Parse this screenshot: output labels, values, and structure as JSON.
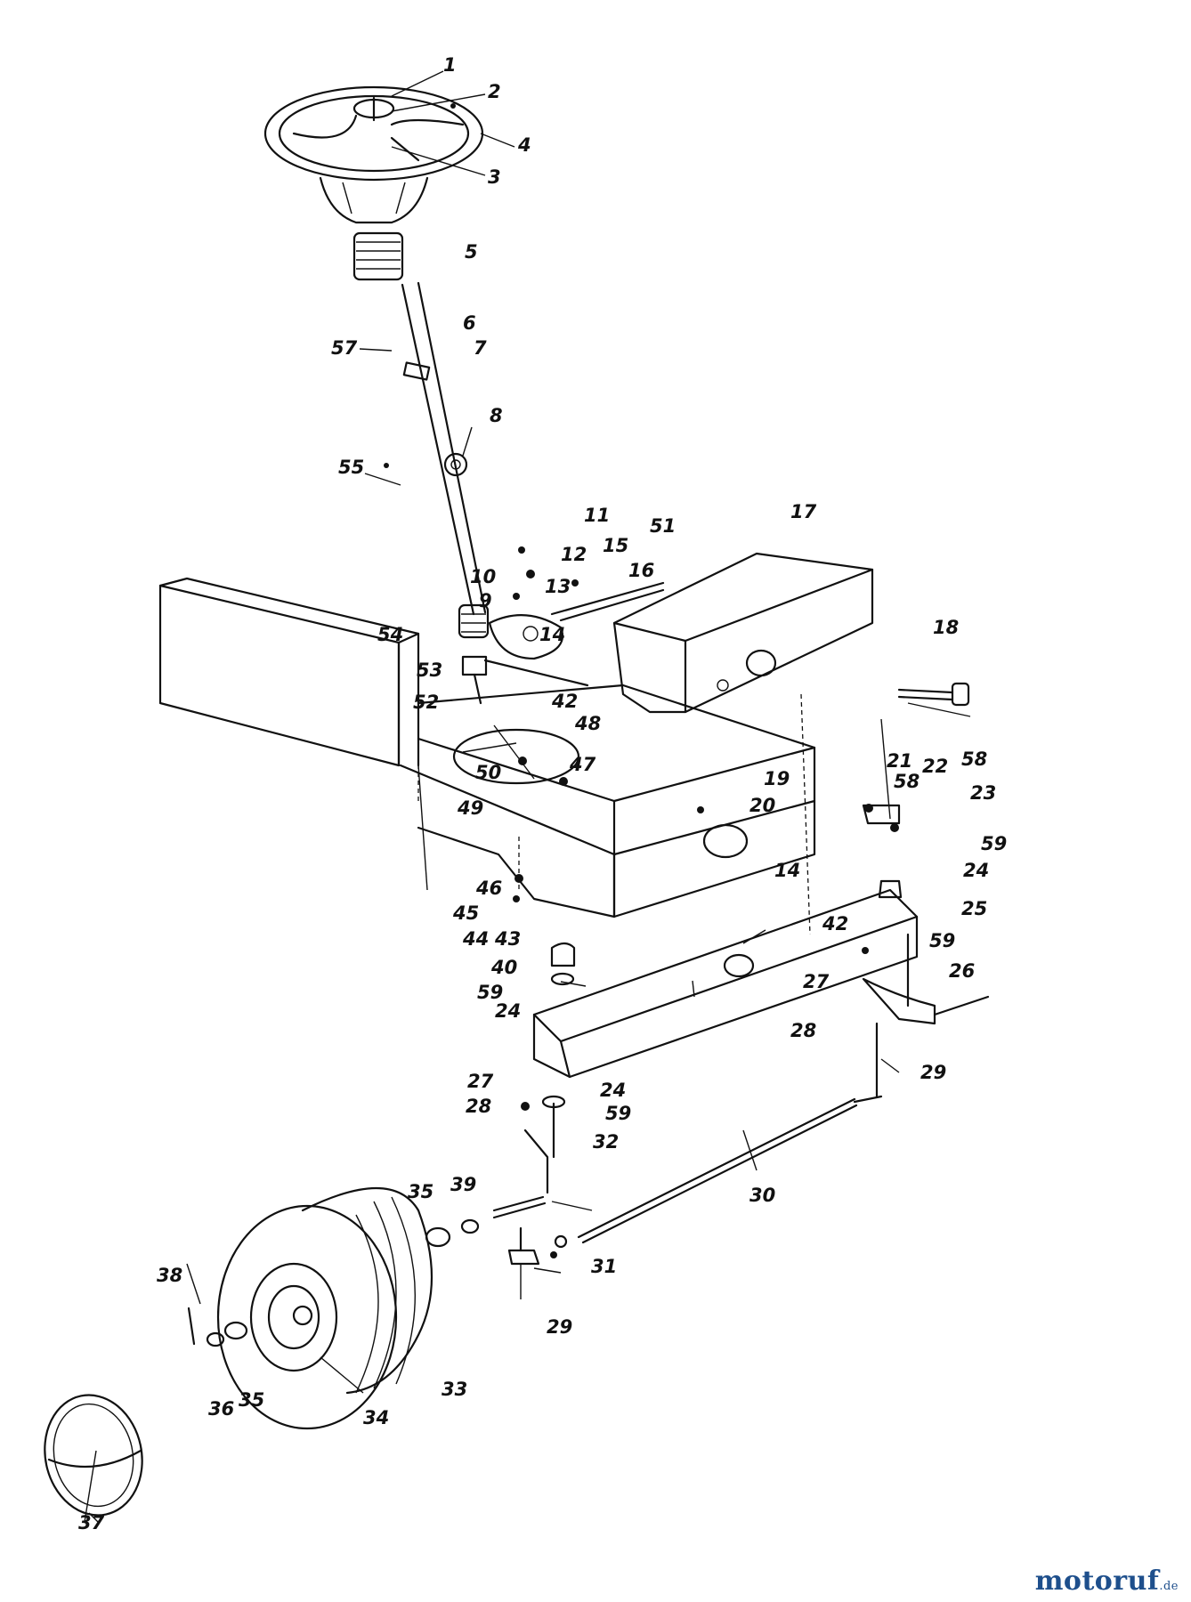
{
  "watermark": {
    "main": "motoruf",
    "suffix": ".de",
    "colors": {
      "primary": "#1e4f8c",
      "accent": "#e8912a"
    }
  },
  "labels": [
    {
      "id": "l1",
      "text": "1"
    },
    {
      "id": "l2",
      "text": "2"
    },
    {
      "id": "l3",
      "text": "3"
    },
    {
      "id": "l4",
      "text": "4"
    },
    {
      "id": "l5",
      "text": "5"
    },
    {
      "id": "l6",
      "text": "6"
    },
    {
      "id": "l7",
      "text": "7"
    },
    {
      "id": "l8",
      "text": "8"
    },
    {
      "id": "l57",
      "text": "57"
    },
    {
      "id": "l55",
      "text": "55"
    },
    {
      "id": "l11",
      "text": "11"
    },
    {
      "id": "l51",
      "text": "51"
    },
    {
      "id": "l17",
      "text": "17"
    },
    {
      "id": "l12",
      "text": "12"
    },
    {
      "id": "l15",
      "text": "15"
    },
    {
      "id": "l16",
      "text": "16"
    },
    {
      "id": "l10",
      "text": "10"
    },
    {
      "id": "l13",
      "text": "13"
    },
    {
      "id": "l9",
      "text": "9"
    },
    {
      "id": "l14a",
      "text": "14"
    },
    {
      "id": "l54",
      "text": "54"
    },
    {
      "id": "l53",
      "text": "53"
    },
    {
      "id": "l52",
      "text": "52"
    },
    {
      "id": "l42a",
      "text": "42"
    },
    {
      "id": "l18",
      "text": "18"
    },
    {
      "id": "l48",
      "text": "48"
    },
    {
      "id": "l47",
      "text": "47"
    },
    {
      "id": "l50",
      "text": "50"
    },
    {
      "id": "l49",
      "text": "49"
    },
    {
      "id": "l19",
      "text": "19"
    },
    {
      "id": "l20",
      "text": "20"
    },
    {
      "id": "l21",
      "text": "21"
    },
    {
      "id": "l58a",
      "text": "58"
    },
    {
      "id": "l22",
      "text": "22"
    },
    {
      "id": "l58b",
      "text": "58"
    },
    {
      "id": "l23",
      "text": "23"
    },
    {
      "id": "l59a",
      "text": "59"
    },
    {
      "id": "l24a",
      "text": "24"
    },
    {
      "id": "l14b",
      "text": "14"
    },
    {
      "id": "l25",
      "text": "25"
    },
    {
      "id": "l42b",
      "text": "42"
    },
    {
      "id": "l46",
      "text": "46"
    },
    {
      "id": "l45",
      "text": "45"
    },
    {
      "id": "l44",
      "text": "44"
    },
    {
      "id": "l43",
      "text": "43"
    },
    {
      "id": "l40",
      "text": "40"
    },
    {
      "id": "l59b",
      "text": "59"
    },
    {
      "id": "l24b",
      "text": "24"
    },
    {
      "id": "l59c",
      "text": "59"
    },
    {
      "id": "l26",
      "text": "26"
    },
    {
      "id": "l27a",
      "text": "27"
    },
    {
      "id": "l28a",
      "text": "28"
    },
    {
      "id": "l29a",
      "text": "29"
    },
    {
      "id": "l27b",
      "text": "27"
    },
    {
      "id": "l28b",
      "text": "28"
    },
    {
      "id": "l24c",
      "text": "24"
    },
    {
      "id": "l59d",
      "text": "59"
    },
    {
      "id": "l32",
      "text": "32"
    },
    {
      "id": "l30",
      "text": "30"
    },
    {
      "id": "l35a",
      "text": "35"
    },
    {
      "id": "l39",
      "text": "39"
    },
    {
      "id": "l31",
      "text": "31"
    },
    {
      "id": "l29b",
      "text": "29"
    },
    {
      "id": "l38",
      "text": "38"
    },
    {
      "id": "l36",
      "text": "36"
    },
    {
      "id": "l35b",
      "text": "35"
    },
    {
      "id": "l34",
      "text": "34"
    },
    {
      "id": "l33",
      "text": "33"
    },
    {
      "id": "l37",
      "text": "37"
    }
  ]
}
